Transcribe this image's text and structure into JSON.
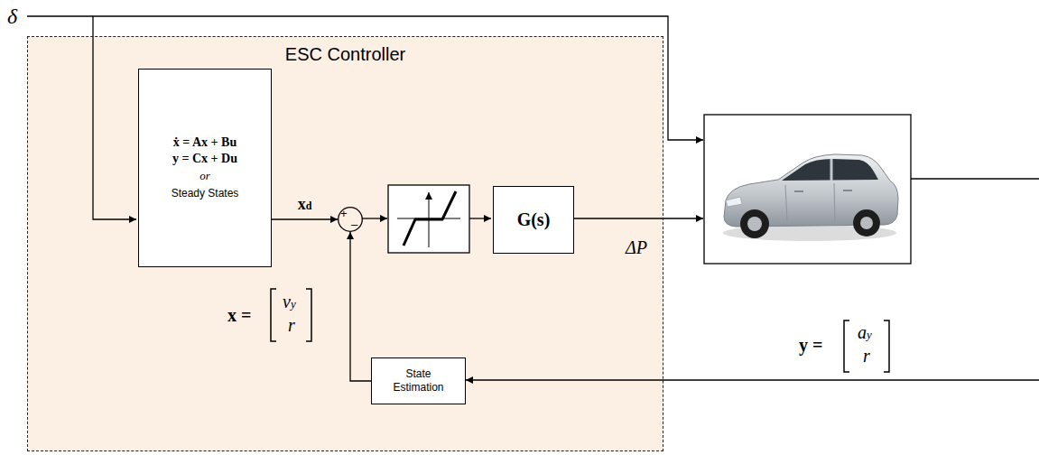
{
  "diagram": {
    "nodes": [
      {
        "text": [
          "ESC Controller"
        ]
      },
      {
        "text": [
          "ẋ = Ax + Bu",
          "y = Cx + Du",
          "or",
          "Steady States"
        ],
        "in": 0
      },
      {
        "text": [
          "+",
          "–"
        ],
        "in": 0
      },
      {
        "text": [
          "G(s)"
        ],
        "in": 0
      },
      {
        "text": [
          "State Estimation"
        ],
        "in": 0
      }
    ],
    "edges": [
      {
        "from": 1,
        "to": 2,
        "arrow": "to",
        "label": "xd"
      },
      {
        "from": 4,
        "to": 2,
        "arrow": "to"
      }
    ],
    "labels": [
      "δ",
      "ΔP",
      "x =",
      "vy",
      "r",
      "y =",
      "ay",
      "r"
    ]
  }
}
